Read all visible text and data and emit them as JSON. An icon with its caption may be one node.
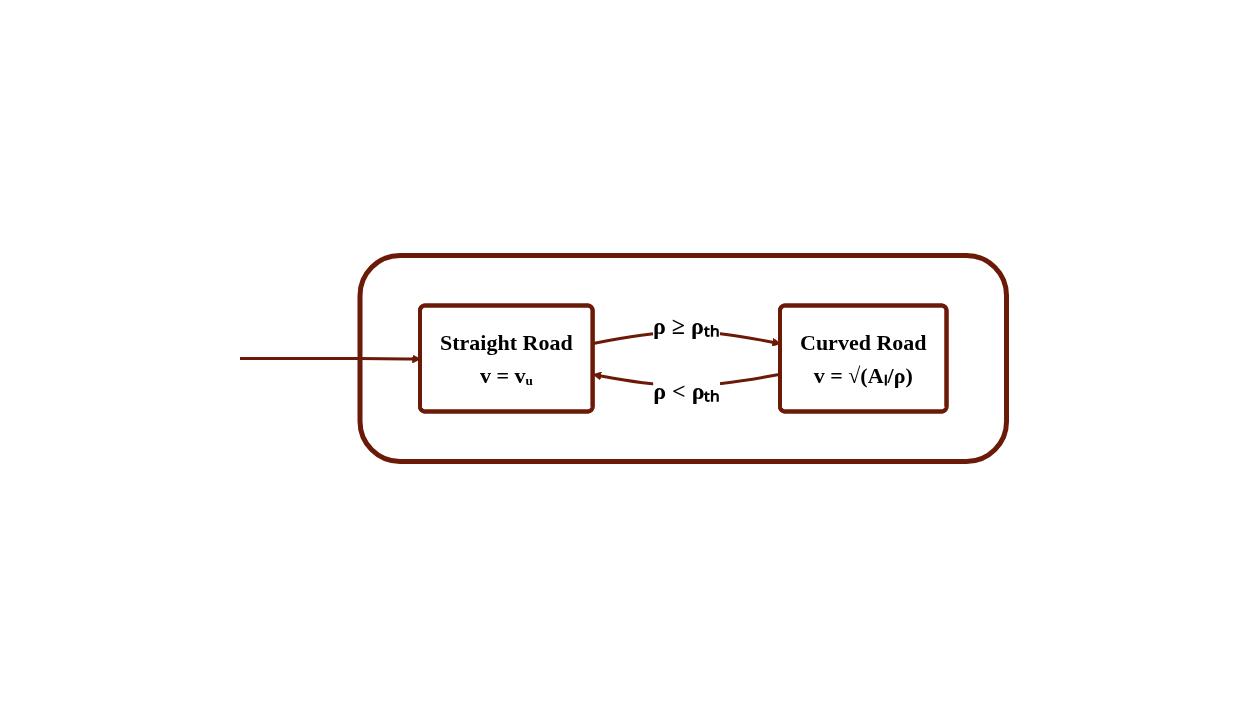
{
  "diagram": {
    "nodes": [
      {
        "text": [],
        "shape": "box"
      },
      {
        "text": [
          "Straight Road",
          "v = vᵤ"
        ],
        "in": 0
      },
      {
        "text": [
          "Curved Road",
          "v = √(Aₗ/ρ)"
        ],
        "in": 0
      }
    ],
    "edges": [
      {
        "from": null,
        "to": 1,
        "arrow": "to"
      },
      {
        "from": 1,
        "to": 2,
        "arrow": "to",
        "label": "ρ ≥ ρₜₕ"
      },
      {
        "from": 2,
        "to": 1,
        "arrow": "to",
        "label": "ρ < ρₜₕ"
      }
    ]
  }
}
